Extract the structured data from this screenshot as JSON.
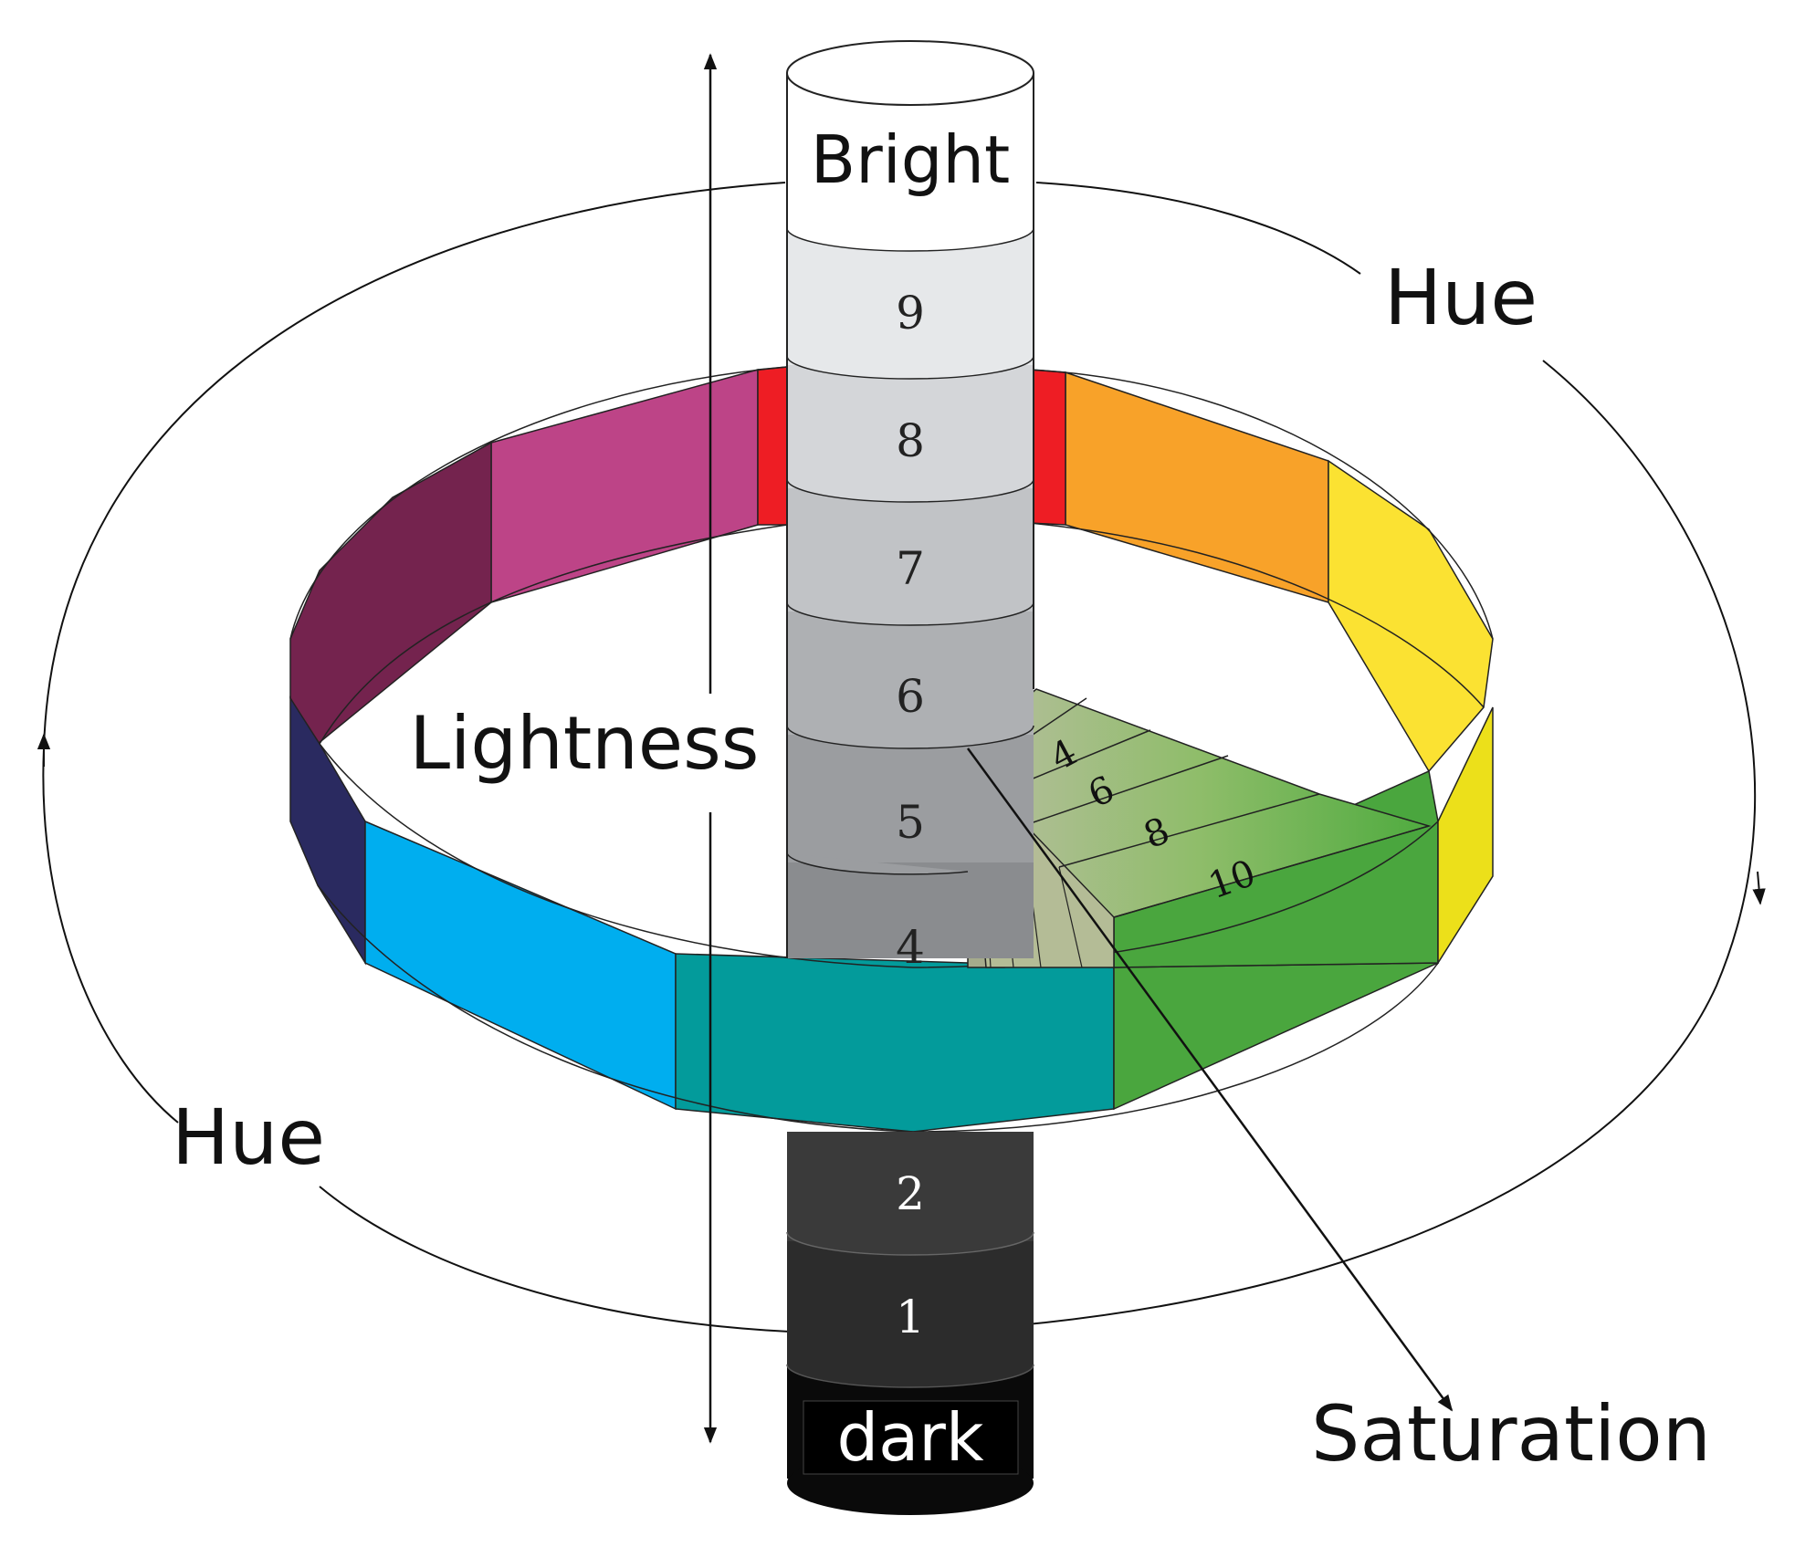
{
  "labels": {
    "bright": "Bright",
    "dark": "dark",
    "lightness": "Lightness",
    "hue_top": "Hue",
    "hue_left": "Hue",
    "saturation": "Saturation"
  },
  "column": {
    "levels": [
      "9",
      "8",
      "7",
      "6",
      "5",
      "4",
      "2",
      "1"
    ]
  },
  "saturation_scale": {
    "steps": [
      "4",
      "6",
      "8",
      "10"
    ]
  },
  "colors": {
    "red": "#ee1d24",
    "orange": "#f8a229",
    "yellow": "#fbe232",
    "yellow_dark": "#ece01a",
    "green": "#4aa63e",
    "teal": "#039b9b",
    "sky": "#00aeef",
    "navy": "#2a2a60",
    "plum": "#74234e",
    "magenta": "#bd4487",
    "gray_9": "#e6e8ea",
    "gray_8": "#d4d6d9",
    "gray_7": "#c1c3c6",
    "gray_6": "#aeb0b3",
    "gray_5": "#9b9da0",
    "gray_4": "#8a8c8f",
    "gray_2": "#3a3a3a",
    "gray_1": "#2c2c2c",
    "dark": "#0a0a0a"
  }
}
